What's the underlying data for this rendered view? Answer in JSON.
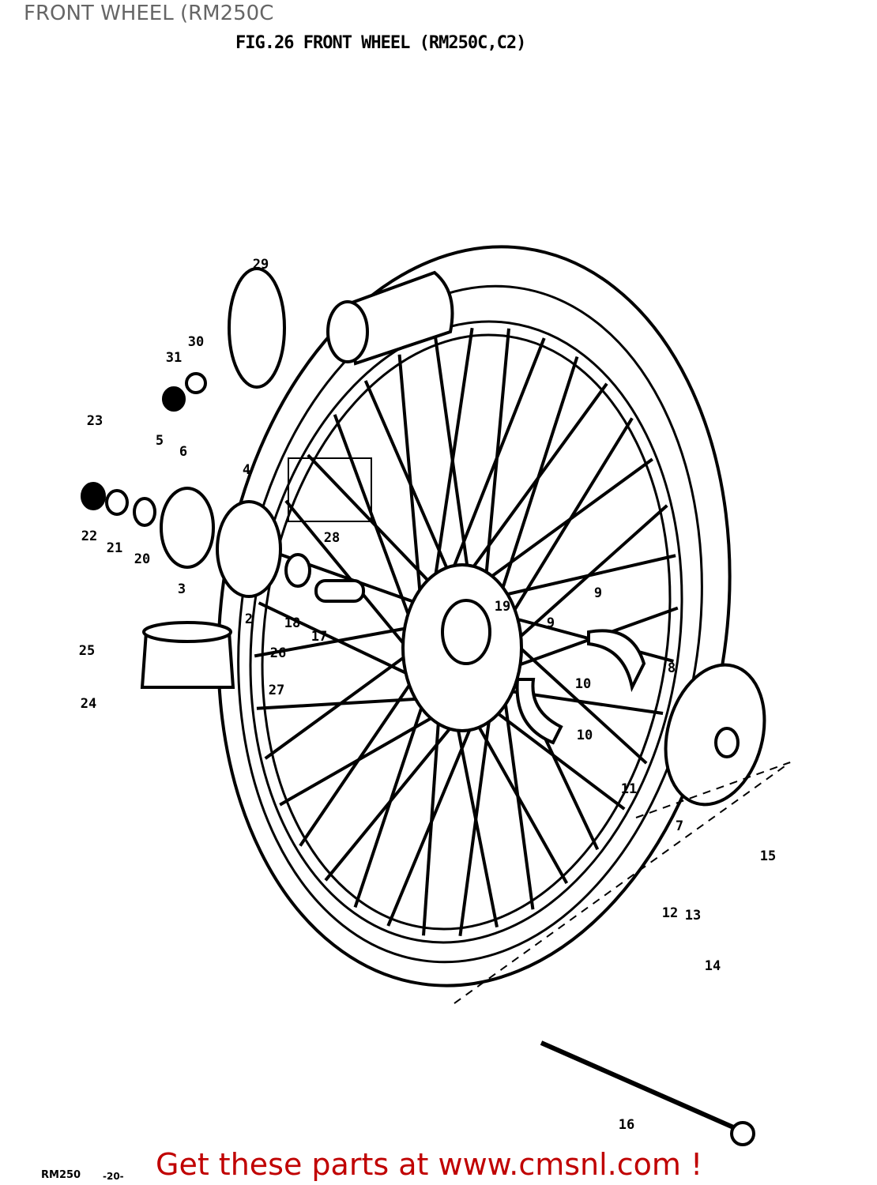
{
  "header": {
    "overlay_title": "FRONT WHEEL (RM250C",
    "figure_title": "FIG.26  FRONT WHEEL (RM250C,C2)"
  },
  "footer": {
    "model": "RM250",
    "page": "-20-",
    "cta": "Get these parts at www.cmsnl.com !",
    "cta_color": "#c00000"
  },
  "diagram": {
    "part_callouts": [
      "29",
      "30",
      "31",
      "23",
      "5",
      "6",
      "4",
      "22",
      "21",
      "20",
      "3",
      "28",
      "2",
      "18",
      "17",
      "19",
      "9",
      "9",
      "25",
      "26",
      "27",
      "24",
      "8",
      "10",
      "10",
      "11",
      "7",
      "15",
      "12",
      "13",
      "14",
      "16"
    ]
  }
}
